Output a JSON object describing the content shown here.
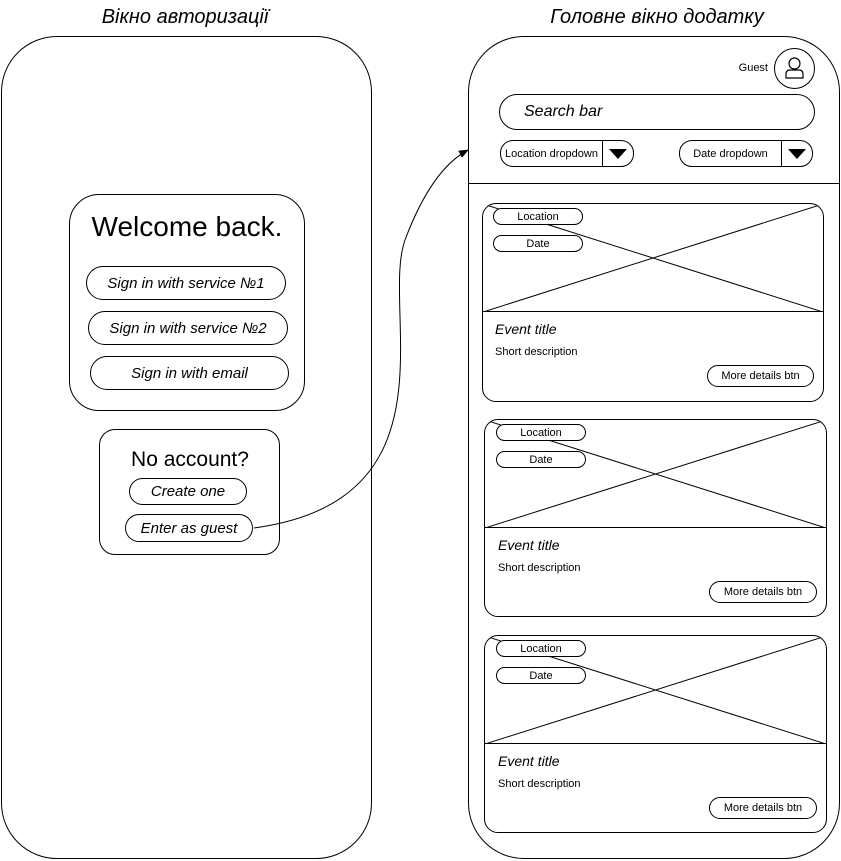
{
  "login_screen": {
    "title": "Вікно авторизації",
    "welcome": "Welcome back.",
    "sign_in_1": "Sign in with service №1",
    "sign_in_2": "Sign in with service №2",
    "sign_in_email": "Sign in with email",
    "no_account": "No account?",
    "create_one": "Create one",
    "enter_guest": "Enter as guest"
  },
  "main_screen": {
    "title": "Головне вікно додатку",
    "user_label": "Guest",
    "search_placeholder": "Search bar",
    "location_dropdown": "Location dropdown",
    "date_dropdown": "Date dropdown",
    "cards": [
      {
        "location": "Location",
        "date": "Date",
        "title": "Event title",
        "description": "Short description",
        "button": "More details btn"
      },
      {
        "location": "Location",
        "date": "Date",
        "title": "Event title",
        "description": "Short description",
        "button": "More details btn"
      },
      {
        "location": "Location",
        "date": "Date",
        "title": "Event title",
        "description": "Short description",
        "button": "More details btn"
      }
    ]
  },
  "icons": {
    "user": "user-icon",
    "dropdown_arrow": "triangle-down-icon"
  }
}
